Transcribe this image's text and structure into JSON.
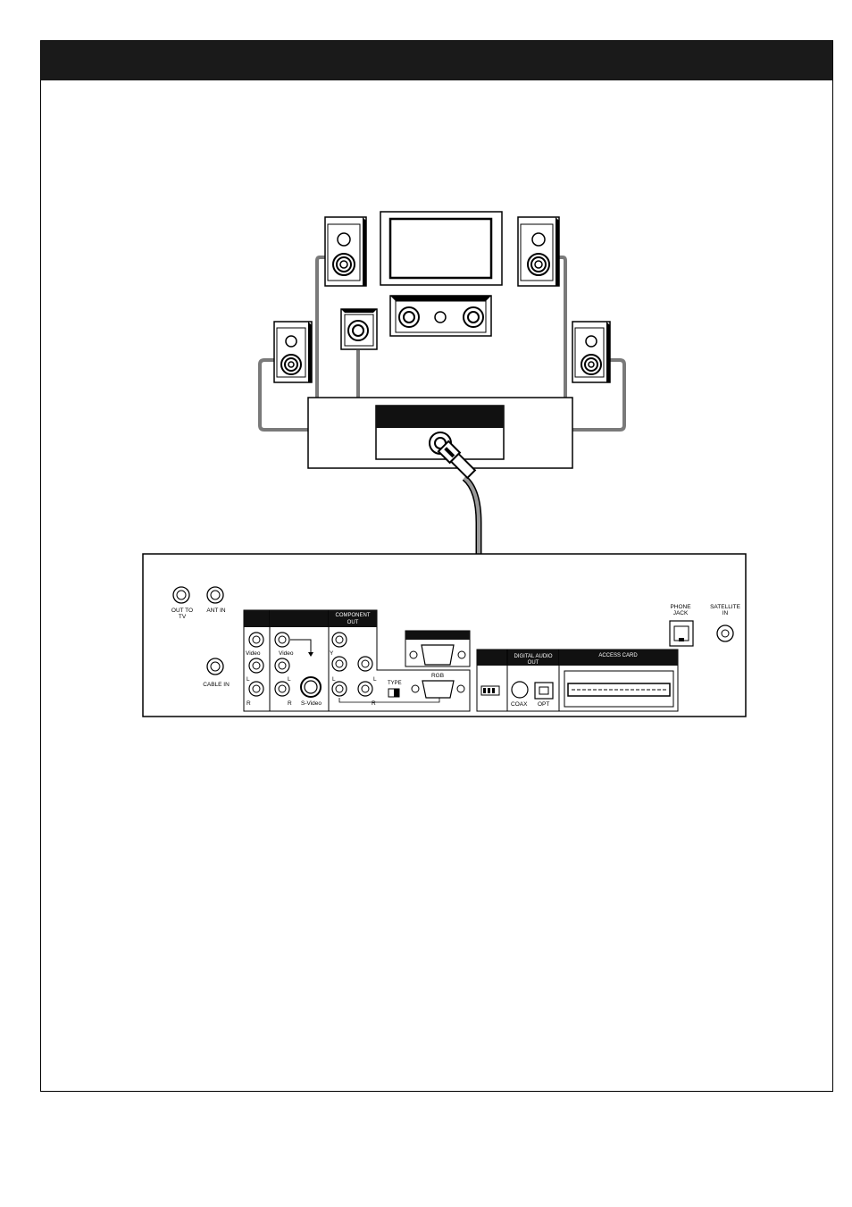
{
  "header": {
    "title": ""
  },
  "receiver": {
    "labels": {
      "out_to_tv": [
        "OUT TO",
        "TV"
      ],
      "ant_in": "ANT IN",
      "cable_in": "CABLE IN",
      "video": "Video",
      "l": "L",
      "r": "R",
      "s_video": "S-Video",
      "component_out": [
        "COMPONENT",
        "OUT"
      ],
      "y": "Y",
      "type": "TYPE",
      "rgb": "RGB",
      "digital_audio_out": [
        "DIGITAL AUDIO",
        "OUT"
      ],
      "coax": "COAX",
      "opt": "OPT",
      "access_card": "ACCESS CARD",
      "phone_jack": [
        "PHONE",
        "JACK"
      ],
      "satellite_in": [
        "SATELLITE",
        "IN"
      ]
    }
  },
  "colors": {
    "ink": "#000000",
    "cable": "#7a7a7a",
    "header_band": "#1a1a1a"
  }
}
